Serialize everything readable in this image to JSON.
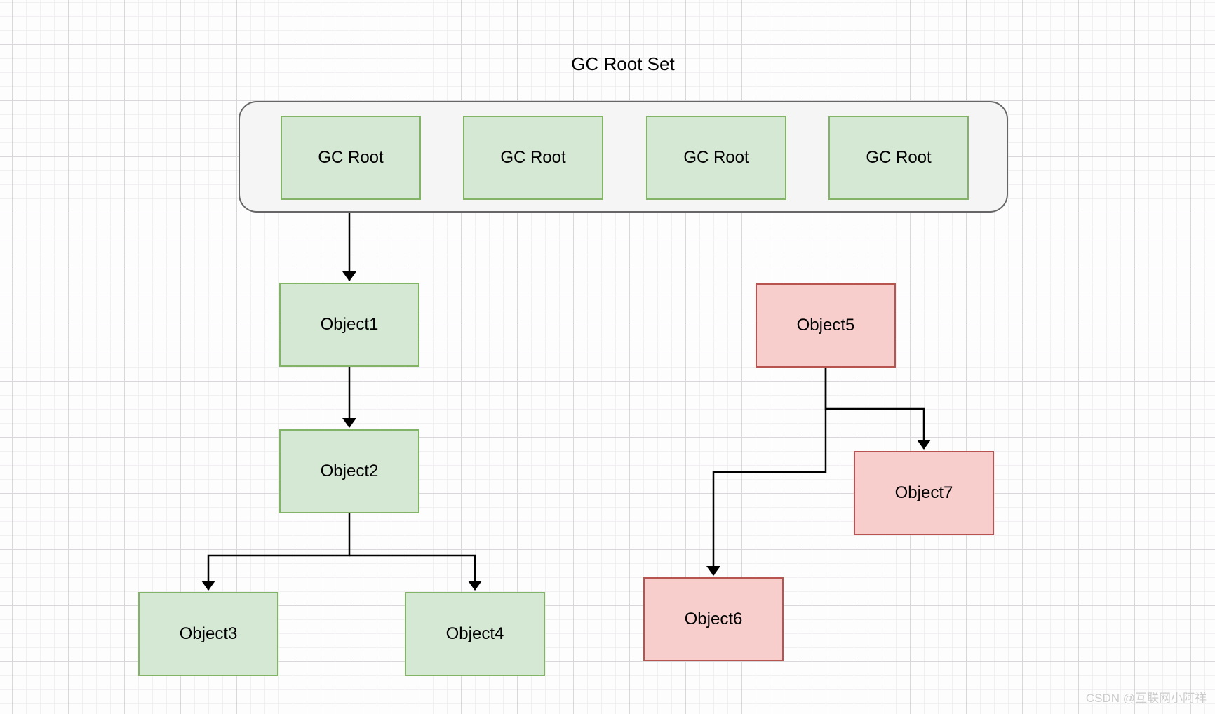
{
  "title": "GC Root Set",
  "root_set": {
    "items": [
      {
        "label": "GC Root"
      },
      {
        "label": "GC Root"
      },
      {
        "label": "GC Root"
      },
      {
        "label": "GC Root"
      }
    ]
  },
  "nodes": {
    "object1": {
      "label": "Object1",
      "state": "reachable"
    },
    "object2": {
      "label": "Object2",
      "state": "reachable"
    },
    "object3": {
      "label": "Object3",
      "state": "reachable"
    },
    "object4": {
      "label": "Object4",
      "state": "reachable"
    },
    "object5": {
      "label": "Object5",
      "state": "unreachable"
    },
    "object6": {
      "label": "Object6",
      "state": "unreachable"
    },
    "object7": {
      "label": "Object7",
      "state": "unreachable"
    }
  },
  "edges": [
    {
      "from": "GC Root 1",
      "to": "Object1"
    },
    {
      "from": "Object1",
      "to": "Object2"
    },
    {
      "from": "Object2",
      "to": "Object3"
    },
    {
      "from": "Object2",
      "to": "Object4"
    },
    {
      "from": "Object5",
      "to": "Object7"
    },
    {
      "from": "Object5",
      "to": "Object6"
    }
  ],
  "colors": {
    "reachable_fill": "#d5e8d4",
    "reachable_stroke": "#82b366",
    "unreachable_fill": "#f8cecc",
    "unreachable_stroke": "#b85450",
    "container_fill": "#f5f5f5",
    "container_stroke": "#666666",
    "connector": "#000000",
    "grid_minor": "#f1eff1",
    "grid_major": "#d9d7d9",
    "watermark_text": "#cbcbcb"
  },
  "watermark": {
    "text": "CSDN @互联网小阿祥"
  }
}
